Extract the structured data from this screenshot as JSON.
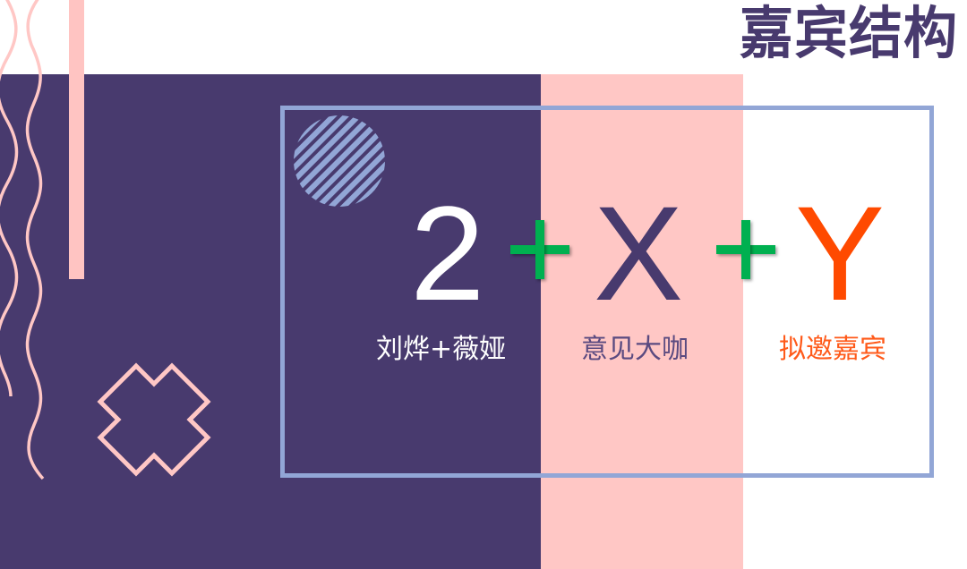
{
  "slide": {
    "title": "嘉宾结构",
    "formula": {
      "term1": {
        "symbol": "2",
        "label": "刘烨+薇娅",
        "color": "#ffffff"
      },
      "operator1": "+",
      "term2": {
        "symbol": "X",
        "label": "意见大咖",
        "color": "#483a6e"
      },
      "operator2": "+",
      "term3": {
        "symbol": "Y",
        "label": "拟邀嘉宾",
        "color": "#ff4a00"
      }
    },
    "colors": {
      "purple": "#483a6e",
      "pink": "#ffc7c5",
      "frame_blue": "#92a6d6",
      "plus_green": "#00b050",
      "accent_orange": "#ff4a00"
    }
  }
}
